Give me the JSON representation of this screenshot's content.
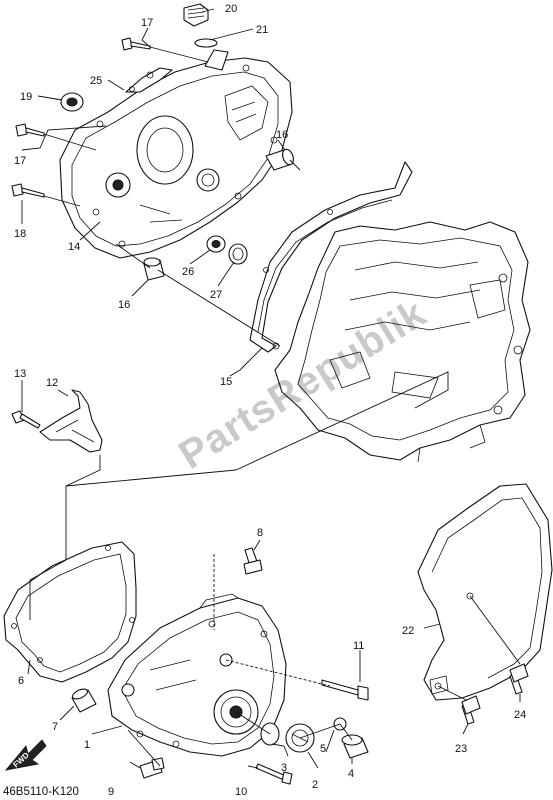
{
  "watermark": "PartsRepublik",
  "diagram_code": "46B5110-K120",
  "fwd_label": "FWD",
  "callouts": {
    "c1": "1",
    "c2": "2",
    "c3": "3",
    "c4": "4",
    "c5": "5",
    "c6": "6",
    "c7": "7",
    "c8": "8",
    "c9": "9",
    "c10": "10",
    "c11": "11",
    "c12": "12",
    "c13": "13",
    "c14": "14",
    "c15": "15",
    "c16a": "16",
    "c16b": "16",
    "c17a": "17",
    "c17b": "17",
    "c18": "18",
    "c19": "19",
    "c20": "20",
    "c21": "21",
    "c22": "22",
    "c23": "23",
    "c24": "24",
    "c25": "25",
    "c26": "26",
    "c27": "27"
  }
}
